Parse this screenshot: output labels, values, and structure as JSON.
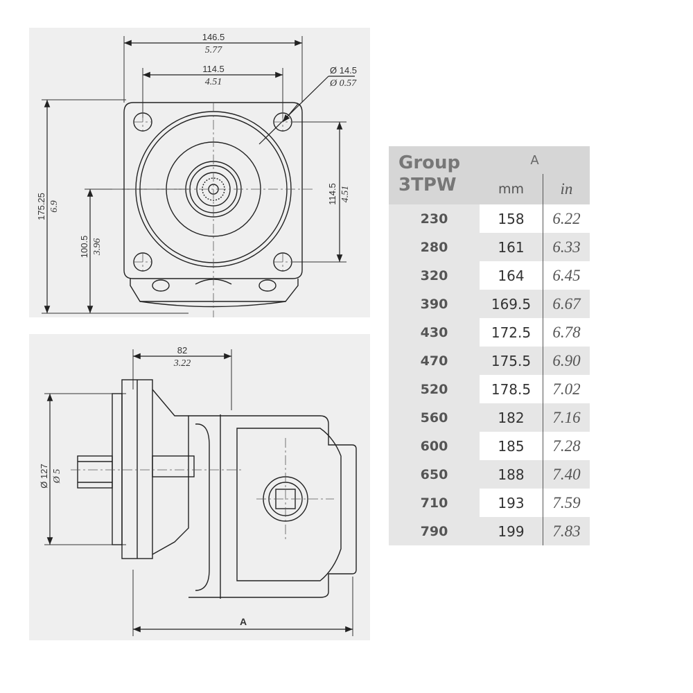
{
  "front_view": {
    "width_mm": "146.5",
    "width_in": "5.77",
    "bolt_spacing_mm": "114.5",
    "bolt_spacing_in": "4.51",
    "hole_dia_mm": "Ø 14.5",
    "hole_dia_in": "Ø 0.57",
    "height_mm": "175.25",
    "height_in": "6.9",
    "axis_height_mm": "100.5",
    "axis_height_in": "3.96",
    "bolt_vspacing_mm": "114.5",
    "bolt_vspacing_in": "4.51"
  },
  "side_view": {
    "flange_depth_mm": "82",
    "flange_depth_in": "3.22",
    "pilot_dia_mm": "Ø 127",
    "pilot_dia_in": "Ø 5",
    "length_label": "A"
  },
  "table": {
    "group_line1": "Group",
    "group_line2": "3TPW",
    "col_a": "A",
    "unit_mm": "mm",
    "unit_in": "in",
    "rows": [
      {
        "group": "230",
        "mm": "158",
        "in": "6.22"
      },
      {
        "group": "280",
        "mm": "161",
        "in": "6.33"
      },
      {
        "group": "320",
        "mm": "164",
        "in": "6.45"
      },
      {
        "group": "390",
        "mm": "169.5",
        "in": "6.67"
      },
      {
        "group": "430",
        "mm": "172.5",
        "in": "6.78"
      },
      {
        "group": "470",
        "mm": "175.5",
        "in": "6.90"
      },
      {
        "group": "520",
        "mm": "178.5",
        "in": "7.02"
      },
      {
        "group": "560",
        "mm": "182",
        "in": "7.16"
      },
      {
        "group": "600",
        "mm": "185",
        "in": "7.28"
      },
      {
        "group": "650",
        "mm": "188",
        "in": "7.40"
      },
      {
        "group": "710",
        "mm": "193",
        "in": "7.59"
      },
      {
        "group": "790",
        "mm": "199",
        "in": "7.83"
      }
    ]
  }
}
